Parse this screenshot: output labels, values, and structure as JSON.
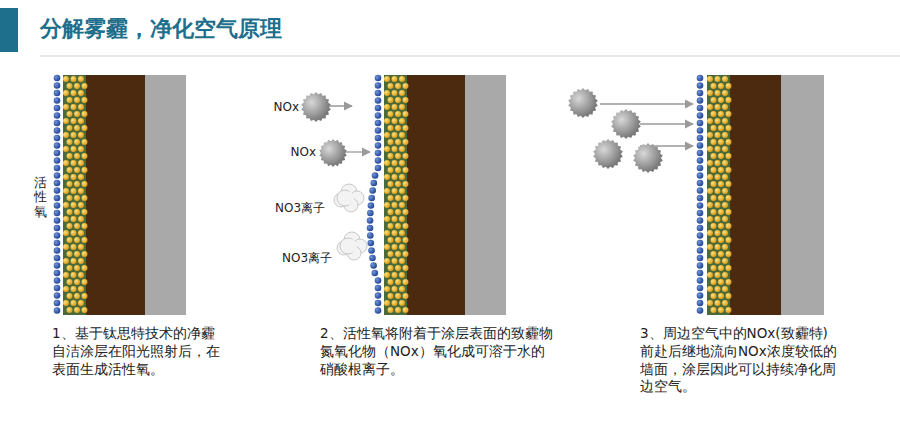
{
  "diagram": {
    "title": "分解雾霾，净化空气原理",
    "labels": [
      "活性氧",
      "NOx",
      "NOx",
      "NO3离子",
      "NO3离子",
      "1、基于钛思特技术的净霾自洁涂层在阳光照射后，在表面生成活性氧。",
      "2、活性氧将附着于涂层表面的致霾物氮氧化物（NOx）氧化成可溶于水的硝酸根离子。",
      "3、周边空气中的NOx(致霾特)前赴后继地流向NOx浓度较低的墙面，涂层因此可以持续净化周边空气。"
    ]
  }
}
